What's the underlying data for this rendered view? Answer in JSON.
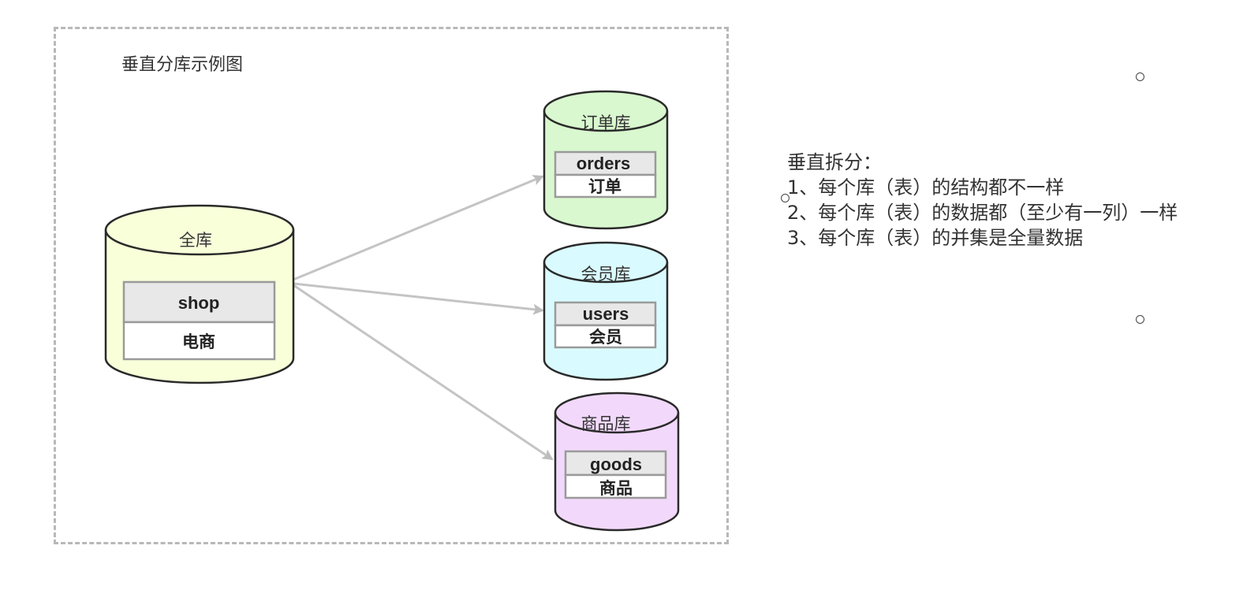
{
  "diagram": {
    "title": "垂直分库示例图",
    "source_db": {
      "label": "全库",
      "table_name": "shop",
      "table_desc": "电商"
    },
    "target_dbs": [
      {
        "label": "订单库",
        "table_name": "orders",
        "table_desc": "订单",
        "color": "#d9f8cf"
      },
      {
        "label": "会员库",
        "table_name": "users",
        "table_desc": "会员",
        "color": "#d9fbff"
      },
      {
        "label": "商品库",
        "table_name": "goods",
        "table_desc": "商品",
        "color": "#f2d9fb"
      }
    ],
    "source_color": "#f8ffd9"
  },
  "notes": {
    "heading": "垂直拆分：",
    "points": [
      "1、每个库（表）的结构都不一样",
      "2、每个库（表）的数据都（至少有一列）一样",
      "3、每个库（表）的并集是全量数据"
    ]
  }
}
